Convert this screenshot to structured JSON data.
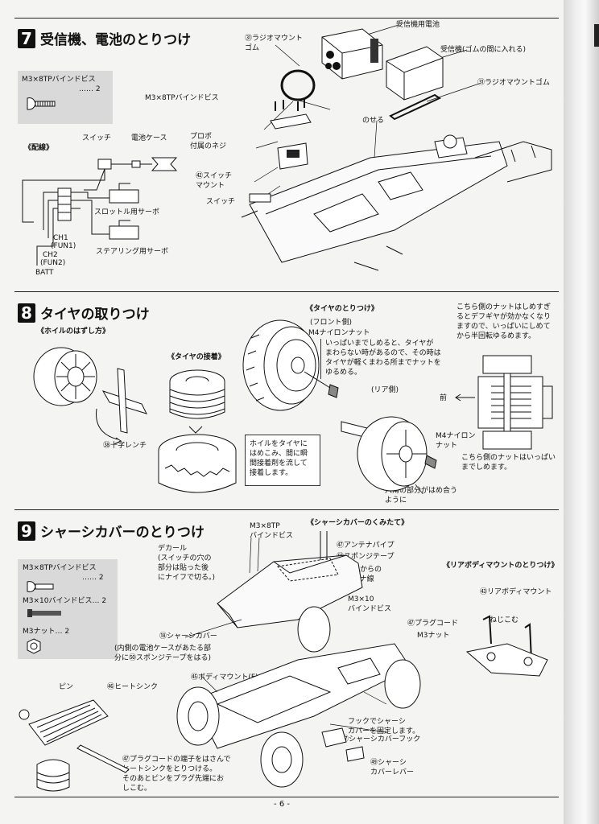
{
  "s7": {
    "number": "7",
    "title": "受信機、電池のとりつけ",
    "parts_box": {
      "line1": "M3×8TPバインドビス",
      "qty": "…… 2"
    },
    "wiring": {
      "title": "《配線》",
      "switch": "スイッチ",
      "battery_case": "電池ケース",
      "throttle_servo": "スロットル用サーボ",
      "steering_servo": "ステアリング用サーボ",
      "ch1": "CH1",
      "fun1": "(FUN1)",
      "ch2": "CH2",
      "fun2": "(FUN2)",
      "batt": "BATT"
    },
    "labels": {
      "radio_mount_rubber_top": "㉛ラジオマウント\nゴム",
      "receiver_battery": "受信機用電池",
      "receiver": "受信機(ゴムの間に入れる)",
      "radio_mount_rubber_right": "㉛ラジオマウントゴム",
      "m3x8_screws": "M3×8TPバインドビス",
      "place": "のせる",
      "propo_screw": "プロポ\n付属のネジ",
      "switch_mount": "㊷スイッチ\nマウント",
      "switch": "スイッチ"
    }
  },
  "s8": {
    "number": "8",
    "title": "タイヤの取りつけ",
    "wheel_removal": "《ホイルのはずし方》",
    "cross_wrench": "㊳十字レンチ",
    "tire_bonding": "《タイヤの接着》",
    "bond_note": "ホイルをタイヤに\nはめこみ、間に瞬\n間接着剤を流して\n接着します。",
    "tire_attach": "《タイヤのとりつけ》",
    "front_side": "(フロント側)",
    "m4_nut": "M4ナイロンナット",
    "front_note": "いっぱいまでしめると、タイヤが\nまわらない時があるので、その時は\nタイヤが軽くまわる所までナットを\nゆるめる。",
    "rear_side": "(リア側)",
    "m4_nut_rear": "M4ナイロン\nナット",
    "hex_note": "六角の部分がはめ合う\nように",
    "right_note_top": "こちら側のナットはしめすぎ\nるとデフギヤが効かなくなり\nますので、いっぱいにしめて\nから半回転ゆるめます。",
    "front_arrow": "前",
    "right_note_bottom": "こちら側のナットはいっぱい\nまでしめます。"
  },
  "s9": {
    "number": "9",
    "title": "シャーシカバーのとりつけ",
    "parts": {
      "p1": "M3×8TPバインドビス",
      "p1_qty": "…… 2",
      "p2": "M3×10バインドビス… 2",
      "p3": "M3ナット… 2"
    },
    "assembly": "《シャーシカバーのくみたて》",
    "rear_body_mount_title": "《リアボディマウントのとりつけ》",
    "labels": {
      "m3x8": "M3×8TP\nバインドビス",
      "decal": "デカール\n(スイッチの穴の\n部分は貼った後\nにナイフで切る。)",
      "antenna_pipe": "㊼アンテナパイプ",
      "sponge_tape": "㊿スポンジテープ",
      "antenna_wire": "受信機からの\nアンテナ線",
      "m3x10": "M3×10\nバインドビス",
      "plug_cord": "㊼プラグコード",
      "m3_nut": "M3ナット",
      "chassis_cover": "⑱シャーシカバー",
      "cover_note": "(内側の電池ケースがあたる部\n分に㊿スポンジテープをはる)",
      "body_mount_f": "㊺ボディマウント(F)",
      "rear_body_mount": "㊸リアボディマウント",
      "screw_in": "ねじこむ",
      "pin": "ピン",
      "heat_sink": "㊻ヒートシンク",
      "plug_note": "㊼プラグコードの端子をはさんで\nヒートシンクをとりつける。\nそのあとピンをプラグ先端にお\nしこむ。",
      "hook_note": "フックでシャーシ\nカバーを固定します。",
      "cover_hook": "㊲シャーシカバーフック",
      "cover_lever": "㊾シャーシ\nカバーレバー"
    }
  },
  "page_number": "- 6 -"
}
